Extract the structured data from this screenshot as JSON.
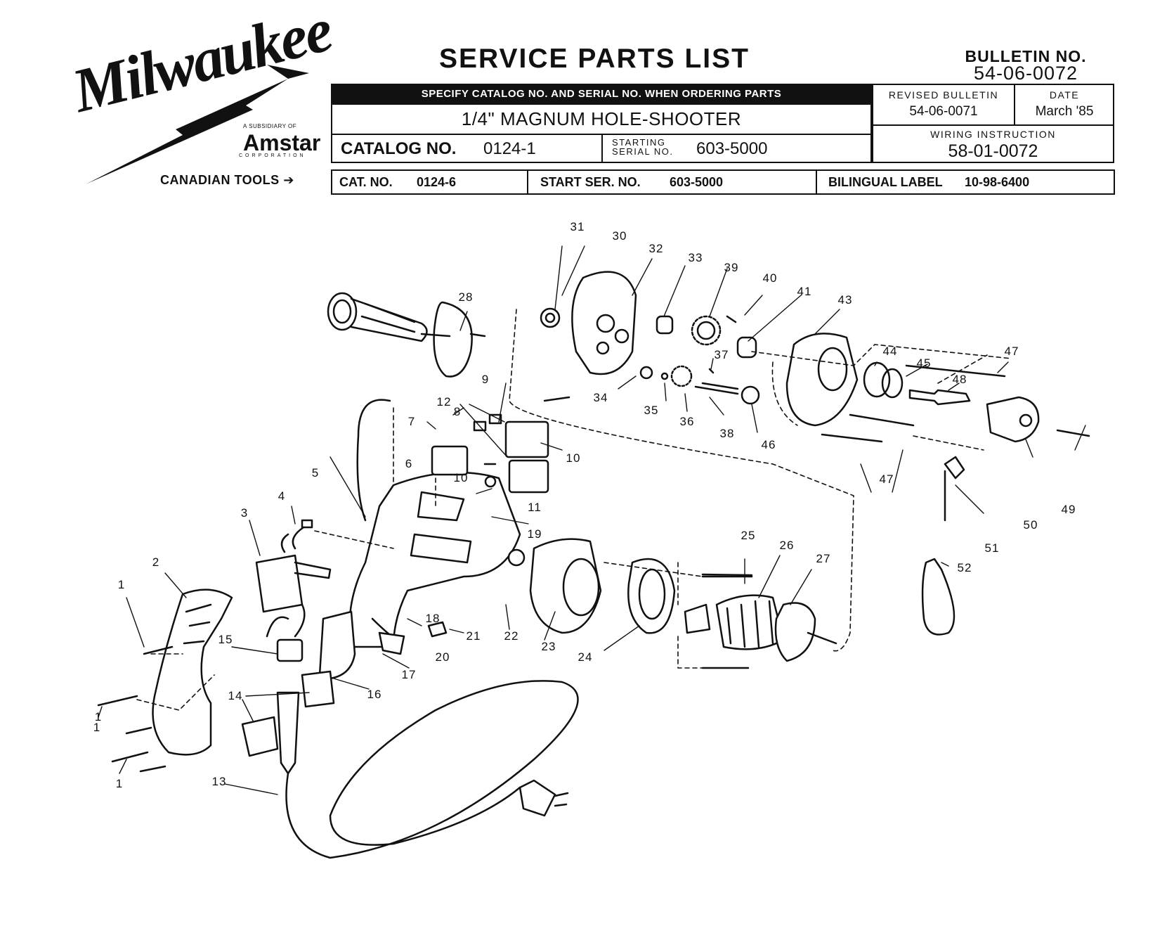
{
  "logo": {
    "brand": "Milwaukee",
    "subsidiary_text": "A SUBSIDIARY OF",
    "parent_brand": "Amstar",
    "parent_suffix": "CORPORATION"
  },
  "header": {
    "title": "SERVICE PARTS LIST",
    "bulletin_label": "BULLETIN NO.",
    "bulletin_no": "54-06-0072",
    "order_notice": "SPECIFY CATALOG NO. AND SERIAL NO. WHEN ORDERING PARTS",
    "product_name": "1/4\" MAGNUM HOLE-SHOOTER",
    "catalog_label": "CATALOG NO.",
    "catalog_no": "0124-1",
    "starting_label": "STARTING",
    "serial_label": "SERIAL NO.",
    "starting_serial": "603-5000",
    "revised_label": "REVISED BULLETIN",
    "revised_no": "54-06-0071",
    "date_label": "DATE",
    "date_value": "March '85",
    "wiring_label": "WIRING INSTRUCTION",
    "wiring_no": "58-01-0072"
  },
  "canadian": {
    "label": "CANADIAN TOOLS",
    "cat_label": "CAT. NO.",
    "cat_no": "0124-6",
    "start_label": "START SER. NO.",
    "start_no": "603-5000",
    "bilingual_label": "BILINGUAL LABEL",
    "bilingual_no": "10-98-6400"
  },
  "callouts": [
    "1",
    "1",
    "1",
    "1",
    "2",
    "3",
    "4",
    "5",
    "6",
    "7",
    "8",
    "9",
    "10",
    "10",
    "11",
    "12",
    "13",
    "14",
    "15",
    "16",
    "17",
    "18",
    "19",
    "20",
    "21",
    "22",
    "23",
    "24",
    "25",
    "26",
    "27",
    "28",
    "30",
    "31",
    "32",
    "33",
    "34",
    "35",
    "36",
    "37",
    "38",
    "39",
    "40",
    "41",
    "43",
    "44",
    "45",
    "46",
    "47",
    "47",
    "48",
    "49",
    "50",
    "51",
    "52"
  ]
}
